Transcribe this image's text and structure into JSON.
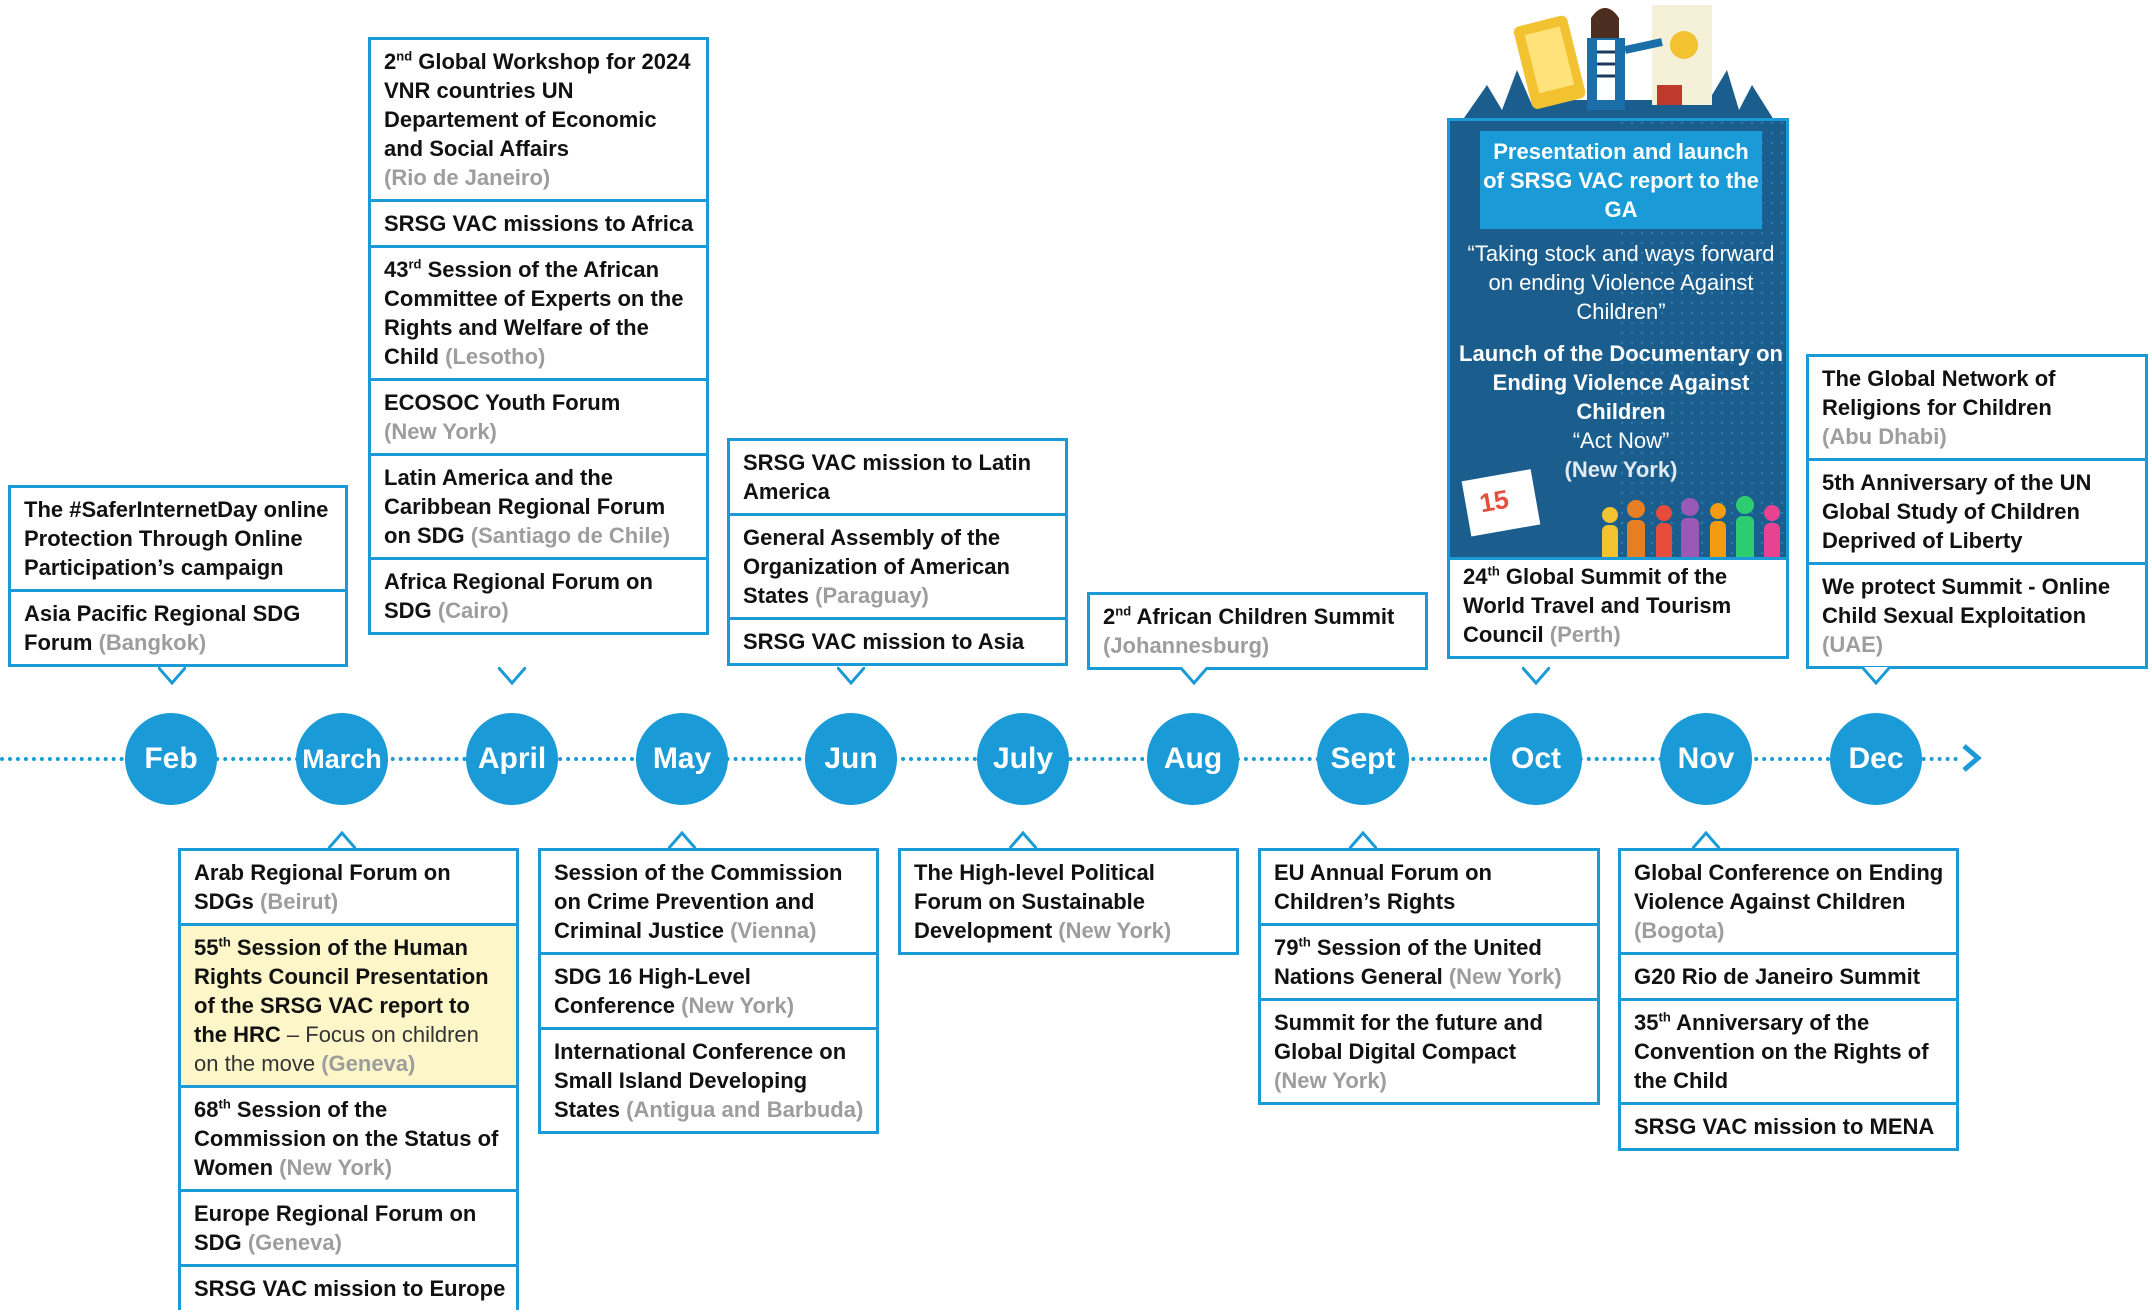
{
  "months": [
    "Feb",
    "March",
    "April",
    "May",
    "Jun",
    "July",
    "Aug",
    "Sept",
    "Oct",
    "Nov",
    "Dec"
  ],
  "colors": {
    "accent": "#1a9ad6",
    "featured_bg": "#1b5e8e",
    "highlight": "#fdf6c8",
    "location": "#9d9d9d"
  },
  "featured": {
    "banner": "Presentation and launch of SRSG VAC report to the GA",
    "quote": "“Taking stock and ways forward on ending Violence Against Children”",
    "launch": "Launch of the Documentary on Ending Violence Against Children",
    "act_now": "“Act Now”",
    "location": "(New York)",
    "badge_icon": "act-now-logo-icon"
  },
  "above": {
    "feb": [
      {
        "title": "The #SaferInternetDay online Protection Through Online Participation’s campaign"
      },
      {
        "title": "Asia Pacific Regional SDG Forum",
        "loc": "(Bangkok)"
      }
    ],
    "april": [
      {
        "title": "Global Workshop for 2024 VNR countries UN Departement of Economic and Social Affairs",
        "ord": "2",
        "sup": "nd",
        "loc": "(Rio de Janeiro)"
      },
      {
        "title": "SRSG VAC missions to Africa"
      },
      {
        "title": "Session of the African Committee of Experts on the Rights and Welfare of the Child",
        "ord": "43",
        "sup": "rd",
        "loc": "(Lesotho)"
      },
      {
        "title": "ECOSOC Youth Forum",
        "loc": "(New York)"
      },
      {
        "title": "Latin America and the Caribbean Regional Forum on SDG",
        "loc": "(Santiago de Chile)"
      },
      {
        "title": "Africa Regional Forum on SDG",
        "loc": "(Cairo)"
      }
    ],
    "jun": [
      {
        "title": "SRSG VAC mission to Latin America"
      },
      {
        "title": "General Assembly of the Organization of American States",
        "loc": "(Paraguay)"
      },
      {
        "title": "SRSG VAC mission to Asia"
      }
    ],
    "aug": [
      {
        "title": "African Children Summit",
        "ord": "2",
        "sup": "nd",
        "loc": "(Johannesburg)"
      }
    ],
    "oct": [
      {
        "title": "Global Summit of the World Travel and Tourism Council",
        "ord": "24",
        "sup": "th",
        "loc": "(Perth)"
      }
    ],
    "dec": [
      {
        "title": "The Global Network of Religions for Children",
        "loc": "(Abu Dhabi)"
      },
      {
        "title": "5th Anniversary of the UN Global Study of Children Deprived of Liberty"
      },
      {
        "title": "We protect Summit - Online Child Sexual Exploitation",
        "loc": "(UAE)"
      }
    ]
  },
  "below": {
    "march": [
      {
        "title": "Arab Regional Forum on SDGs",
        "loc": "(Beirut)"
      },
      {
        "title": "Session of the Human Rights Council Presentation of the SRSG VAC report to the HRC",
        "ord": "55",
        "sup": "th",
        "desc": "– Focus on children on the move",
        "loc": "(Geneva)"
      },
      {
        "title": "Session of the Commission on the Status of Women",
        "ord": "68",
        "sup": "th",
        "loc": "(New York)"
      },
      {
        "title": "Europe Regional Forum on SDG",
        "loc": "(Geneva)"
      },
      {
        "title": "SRSG VAC mission to Europe"
      }
    ],
    "may": [
      {
        "title": "Session of the Commission on Crime Prevention and Criminal Justice",
        "loc": "(Vienna)"
      },
      {
        "title": "SDG 16 High-Level Conference",
        "loc": "(New York)"
      },
      {
        "title": "International Conference on Small Island Developing States",
        "loc": "(Antigua and Barbuda)"
      }
    ],
    "july": [
      {
        "title": "The High-level Political Forum on Sustainable Development",
        "loc": "(New York)"
      }
    ],
    "sept": [
      {
        "title": "EU Annual Forum on Children’s Rights"
      },
      {
        "title": "Session of the United Nations General",
        "ord": "79",
        "sup": "th",
        "loc": "(New York)"
      },
      {
        "title": "Summit for the future and Global Digital Compact",
        "loc": "(New York)"
      }
    ],
    "nov": [
      {
        "title": "Global Conference on Ending Violence Against Children",
        "loc": "(Bogota)"
      },
      {
        "title": "G20 Rio de Janeiro Summit"
      },
      {
        "title": "Anniversary of the Convention on the Rights of the Child",
        "ord": "35",
        "sup": "th"
      },
      {
        "title": "SRSG VAC mission to MENA"
      }
    ]
  }
}
